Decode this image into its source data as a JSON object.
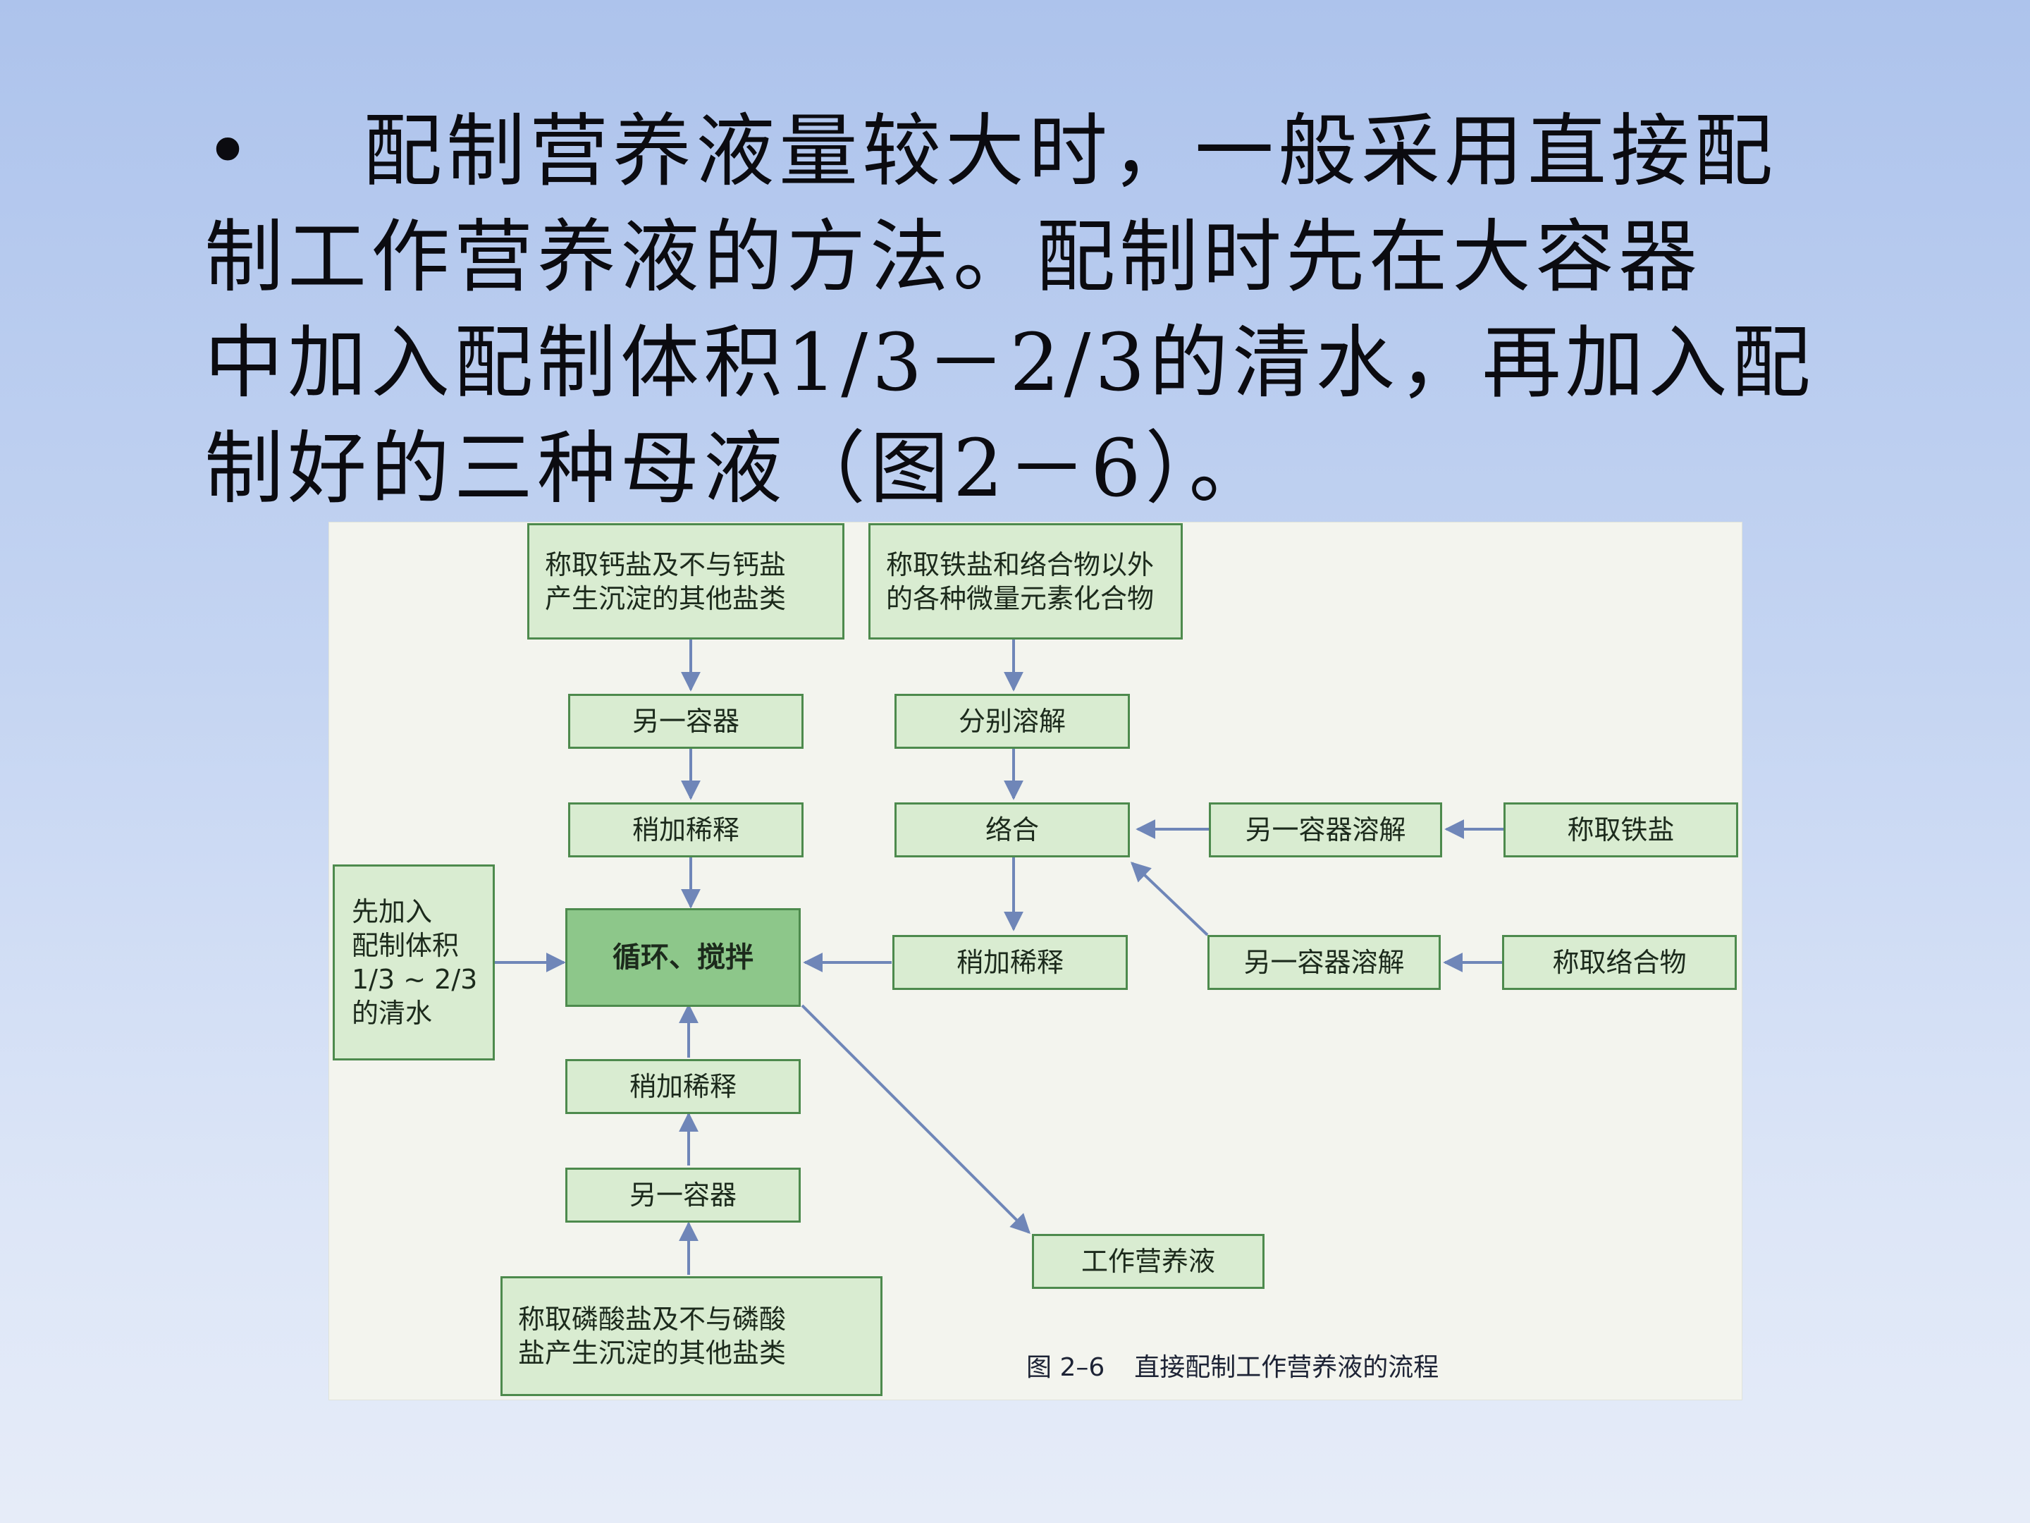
{
  "slide": {
    "bullet_symbol": "•",
    "lines": [
      "配制营养液量较大时，一般采用直接配",
      "制工作营养液的方法。配制时先在大容器",
      "中加入配制体积1/3－2/3的清水，再加入配",
      "制好的三种母液（图2－6）。"
    ]
  },
  "diagram": {
    "nodes": {
      "ca_salts": [
        "称取钙盐及不与钙盐",
        "产生沉淀的其他盐类"
      ],
      "trace_elements": [
        "称取铁盐和络合物以外",
        "的各种微量元素化合物"
      ],
      "container_top": "另一容器",
      "dissolve_separately": "分别溶解",
      "dilute_left_top": "稍加稀释",
      "chelate": "络合",
      "container_dissolve_1": "另一容器溶解",
      "weigh_iron": "称取铁盐",
      "water": [
        "先加入",
        "配制体积",
        "1/3 ~ 2/3",
        "的清水"
      ],
      "circulate": "循环、搅拌",
      "dilute_right": "稍加稀释",
      "container_dissolve_2": "另一容器溶解",
      "weigh_chelate": "称取络合物",
      "dilute_left_bottom": "稍加稀释",
      "container_bottom": "另一容器",
      "working_solution": "工作营养液",
      "phosphate_salts": [
        "称取磷酸盐及不与磷酸",
        "盐产生沉淀的其他盐类"
      ]
    },
    "caption": {
      "number": "图 2–6",
      "title": "直接配制工作营养液的流程"
    },
    "colors": {
      "box_fill": "#d9ecd1",
      "box_border": "#4d8a4d",
      "main_fill": "#8dc78a",
      "arrow": "#6f86b8"
    }
  }
}
